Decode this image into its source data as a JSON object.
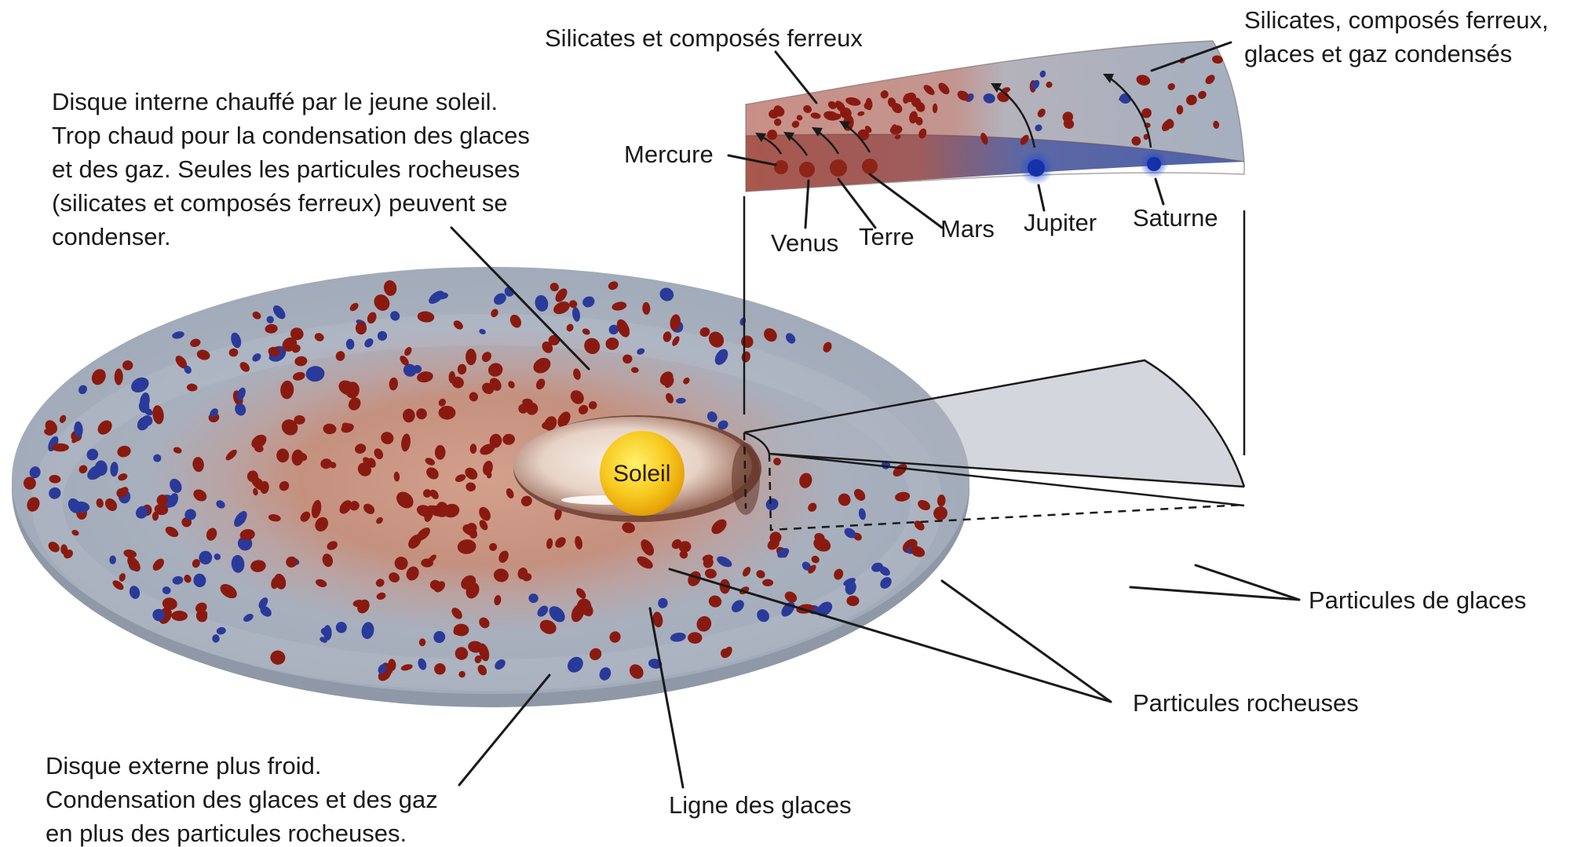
{
  "annotations": {
    "inner_disk": [
      "Disque interne chauffé par le jeune soleil.",
      "Trop chaud pour la condensation des glaces",
      "et des gaz. Seules les particules rocheuses",
      "(silicates et composés ferreux) peuvent se",
      "condenser."
    ],
    "outer_disk": [
      "Disque externe plus froid.",
      "Condensation des glaces et des gaz",
      "en plus des particules rocheuses."
    ],
    "inner_composition": "Silicates et composés ferreux",
    "outer_composition": [
      "Silicates, composés ferreux,",
      "glaces et gaz condensés"
    ],
    "ice_particles": "Particules de glaces",
    "rocky_particles": "Particules rocheuses",
    "ice_line": "Ligne des glaces",
    "sun": "Soleil"
  },
  "planets": {
    "mercury": "Mercure",
    "venus": "Venus",
    "earth": "Terre",
    "mars": "Mars",
    "jupiter": "Jupiter",
    "saturn": "Saturne"
  },
  "colors": {
    "rock_particle": "#8a1a10",
    "ice_particle": "#2a3a9a",
    "inner_disk": "#c8907e",
    "outer_disk": "#a7b1bf",
    "sun": "#f5c21a",
    "label_text": "#1a1a1a"
  }
}
